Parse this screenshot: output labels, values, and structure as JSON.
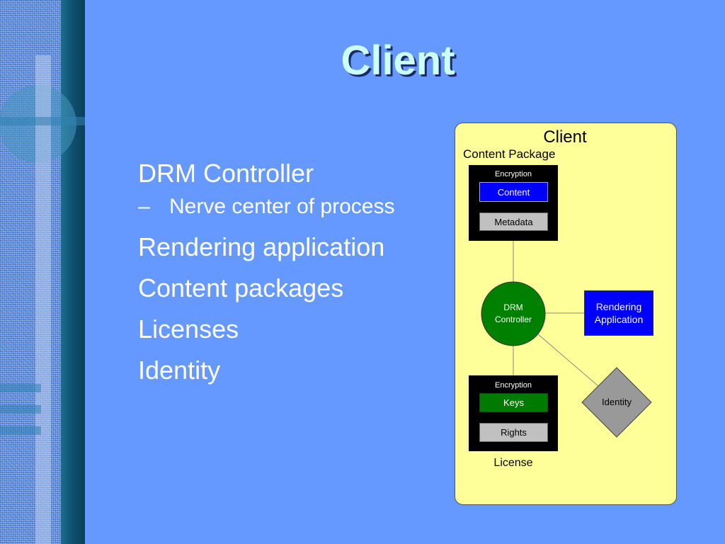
{
  "slide": {
    "title": "Client",
    "bullets": [
      {
        "text": "DRM Controller"
      },
      {
        "text": "Nerve center of process",
        "dash": "–"
      },
      {
        "text": "Rendering application"
      },
      {
        "text": "Content packages"
      },
      {
        "text": "Licenses"
      },
      {
        "text": "Identity"
      }
    ]
  },
  "diagram": {
    "panel_title": "Client",
    "content_package": {
      "label": "Content Package",
      "encryption_label": "Encryption",
      "content_label": "Content",
      "metadata_label": "Metadata"
    },
    "drm_controller": {
      "line1": "DRM",
      "line2": "Controller"
    },
    "rendering_application": {
      "line1": "Rendering",
      "line2": "Application"
    },
    "license": {
      "label": "License",
      "encryption_label": "Encryption",
      "keys_label": "Keys",
      "rights_label": "Rights"
    },
    "identity": {
      "label": "Identity"
    }
  },
  "colors": {
    "background": "#6699ff",
    "title": "#ccffff",
    "panel": "#ffff99",
    "controller": "#008000",
    "rendering": "#0000ff",
    "content_box": "#0000ff",
    "keys_box": "#007a00",
    "gray_box": "#c0c0c0",
    "identity": "#999999"
  }
}
